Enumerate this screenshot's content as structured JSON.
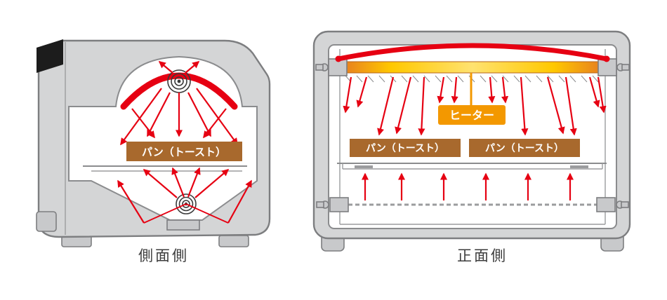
{
  "figure": {
    "left_view": {
      "caption": "側面側",
      "bread_label": "パン（トースト）"
    },
    "right_view": {
      "caption": "正面側",
      "heater_label": "ヒーター",
      "bread_left_label": "パン（トースト）",
      "bread_right_label": "パン（トースト）"
    },
    "colors": {
      "heat_red": "#e60012",
      "heater_orange": "#f39800",
      "bread_brown": "#a8692d",
      "body_gray": "#d4d5d6",
      "outline_gray": "#7d7e80"
    }
  }
}
